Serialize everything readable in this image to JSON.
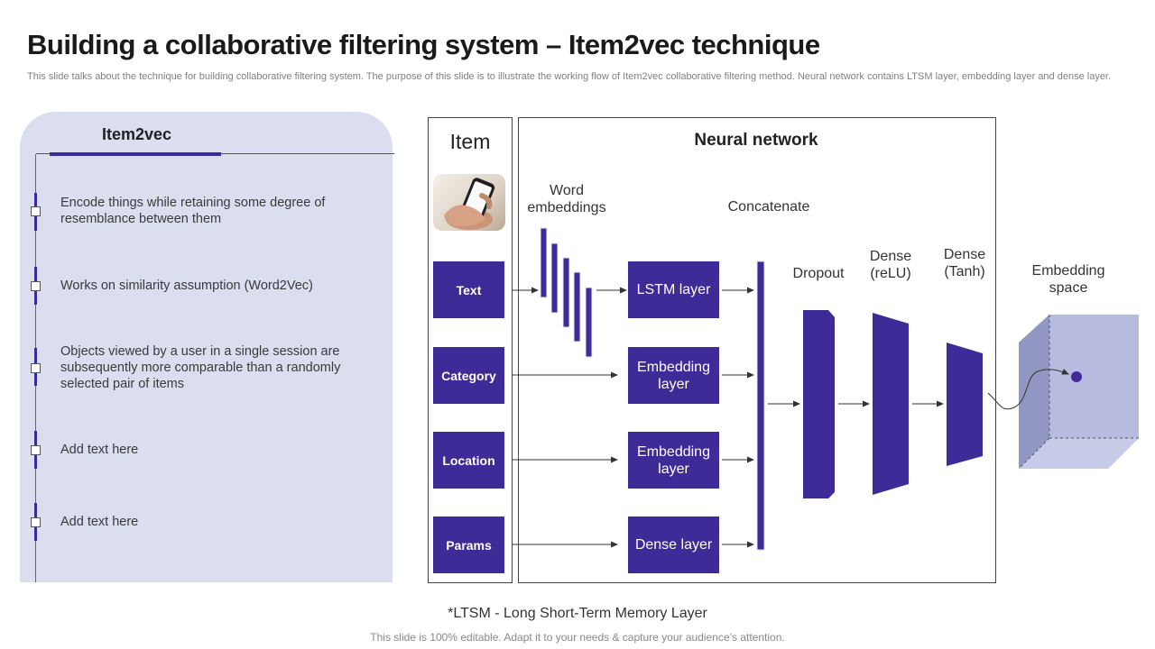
{
  "slide": {
    "title": "Building a collaborative filtering system – Item2vec technique",
    "subtitle": "This slide talks about the technique for building collaborative filtering system. The purpose of this slide is to illustrate the working flow of Item2vec collaborative filtering method. Neural network contains LTSM layer, embedding layer and dense layer.",
    "footnote": "*LTSM - Long Short-Term Memory Layer",
    "footer": "This slide is 100% editable. Adapt it to your needs & capture your audience’s attention."
  },
  "item2vec": {
    "heading": "Item2vec",
    "points": [
      "Encode things while retaining some degree of resemblance between them",
      "Works on similarity assumption (Word2Vec)",
      "Objects viewed by a user in a single session are subsequently more comparable than a randomly selected pair of items",
      "Add text here",
      "Add text here"
    ]
  },
  "diagram": {
    "item_title": "Item",
    "network_title": "Neural network",
    "inputs": [
      "Text",
      "Category",
      "Location",
      "Params"
    ],
    "layers": [
      "LSTM layer",
      "Embedding layer",
      "Embedding layer",
      "Dense layer"
    ],
    "labels": {
      "word_embeddings": "Word embeddings",
      "concatenate": "Concatenate",
      "dropout": "Dropout",
      "dense_relu": "Dense (reLU)",
      "dense_tanh": "Dense (Tanh)",
      "embedding_space": "Embedding space"
    },
    "colors": {
      "accent": "#3f2b98",
      "panel": "#dadeee",
      "cube": "#b7bbdf"
    },
    "image_icon": "hand-holding-phone-photo"
  }
}
